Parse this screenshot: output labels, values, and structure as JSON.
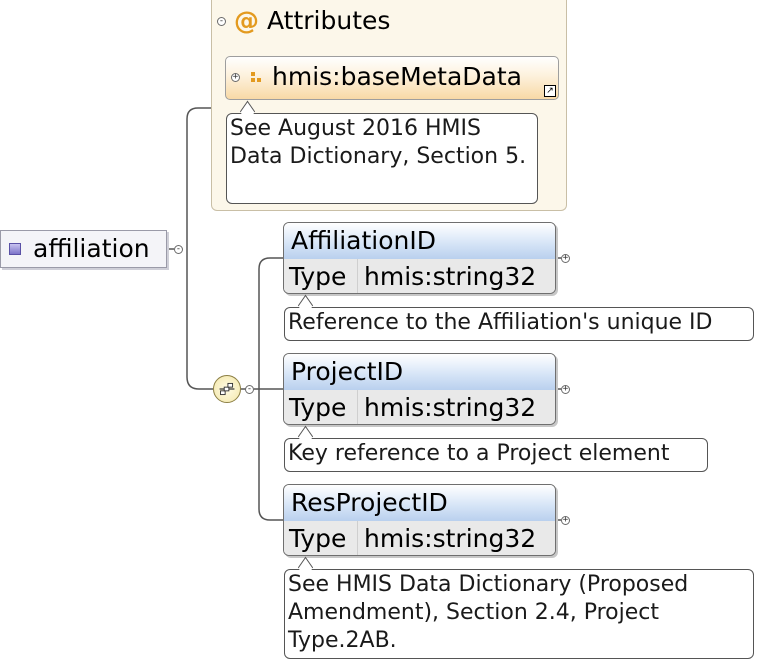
{
  "attributes_group": {
    "title": "Attributes",
    "at_symbol": "@",
    "item": {
      "label": "hmis:baseMetaData",
      "ref_arrow": "↗"
    },
    "note": "See August 2016 HMIS Data Dictionary, Section 5."
  },
  "root": {
    "label": "affiliation"
  },
  "sequence": {
    "icon": "sequence-compositor-icon"
  },
  "elements": [
    {
      "name": "AffiliationID",
      "type_key": "Type",
      "type_value": "hmis:string32",
      "note": "Reference to the Affiliation's unique ID"
    },
    {
      "name": "ProjectID",
      "type_key": "Type",
      "type_value": "hmis:string32",
      "note": "Key reference to a Project element"
    },
    {
      "name": "ResProjectID",
      "type_key": "Type",
      "type_value": "hmis:string32",
      "note": "See HMIS Data Dictionary (Proposed Amendment), Section 2.4, Project Type.2AB."
    }
  ],
  "colors": {
    "attribute_accent": "#e39a1f",
    "element_header": "#b9d0ee",
    "attribute_item": "#f8d9a6",
    "root_icon": "#7d74c9"
  }
}
